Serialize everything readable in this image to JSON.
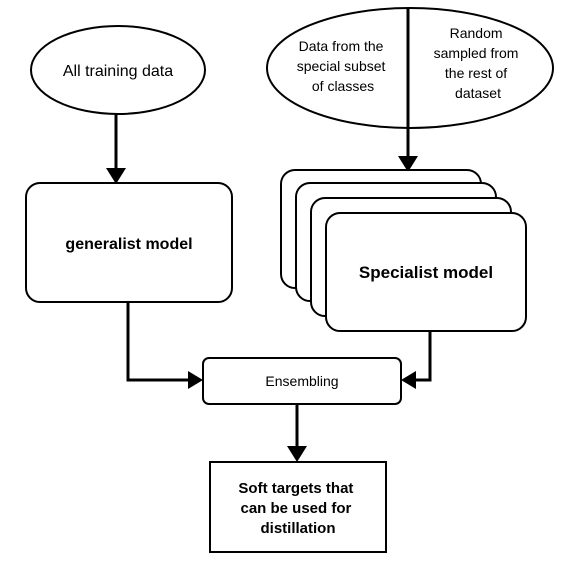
{
  "nodes": {
    "all_training_data": {
      "label": [
        "All training data"
      ]
    },
    "special_subset": {
      "label": [
        "Data from the",
        "special subset",
        "of classes"
      ]
    },
    "random_sampled": {
      "label": [
        "Random",
        "sampled from",
        "the rest of",
        "dataset"
      ]
    },
    "generalist_model": {
      "label": [
        "generalist model"
      ]
    },
    "specialist_model": {
      "label": [
        "Specialist model"
      ]
    },
    "ensembling": {
      "label": [
        "Ensembling"
      ]
    },
    "soft_targets": {
      "label": [
        "Soft targets that",
        "can be used for",
        "distillation"
      ]
    }
  }
}
